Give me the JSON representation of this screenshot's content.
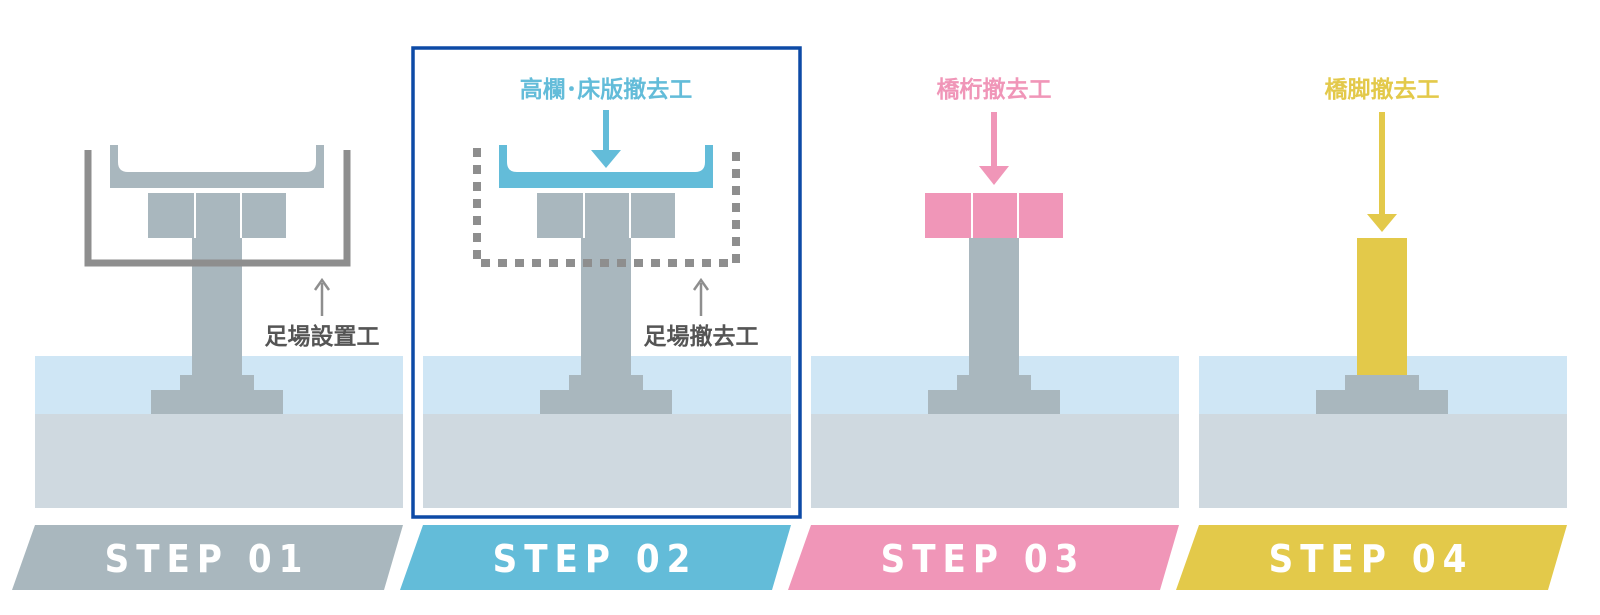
{
  "colors": {
    "water": "#cfe6f5",
    "ground": "#cfd9e0",
    "structure": "#a9b7be",
    "scaffold": "#8e8e8e",
    "step1": "#a9b7be",
    "step2": "#63bcd9",
    "step3": "#f096b8",
    "step4": "#e3c94a",
    "highlight_border": "#0d4aa6",
    "step_text": "#ffffff"
  },
  "steps": [
    {
      "step_label": "STEP 01",
      "scaffold_label": "足場設置工",
      "arrow_icon": "up-arrow-icon"
    },
    {
      "step_label": "STEP 02",
      "title": "高欄･床版撤去工",
      "scaffold_label": "足場撤去工",
      "arrow_icon": "down-arrow-icon",
      "highlighted": true
    },
    {
      "step_label": "STEP 03",
      "title": "橋桁撤去工",
      "arrow_icon": "down-arrow-icon"
    },
    {
      "step_label": "STEP 04",
      "title": "橋脚撤去工",
      "arrow_icon": "down-arrow-icon"
    }
  ]
}
